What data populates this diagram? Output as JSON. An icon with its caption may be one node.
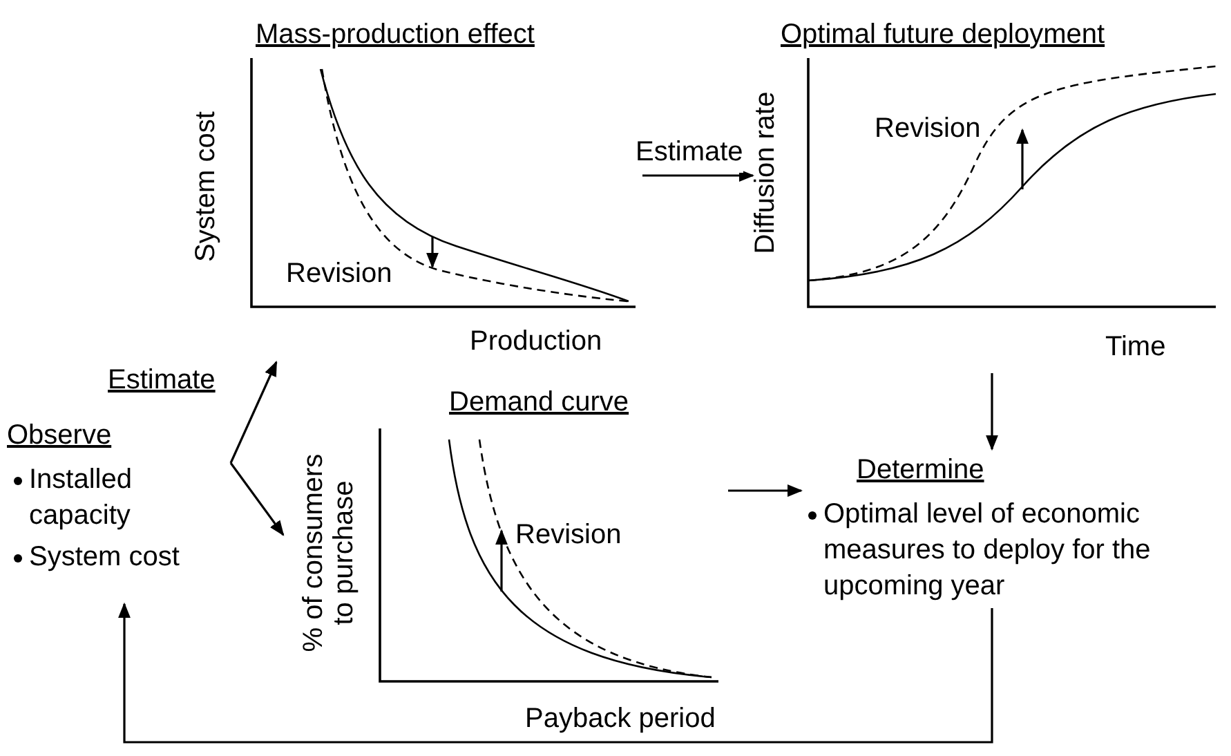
{
  "diagram": {
    "nodes": [
      {
        "text": [
          "Observe",
          "Installed capacity",
          "System cost"
        ]
      },
      {
        "text": [
          "Mass-production effect",
          "System cost",
          "Revision",
          "Production"
        ]
      },
      {
        "text": [
          "Optimal future deployment",
          "Diffusion rate",
          "Revision",
          "Time"
        ]
      },
      {
        "text": [
          "Demand curve",
          "% of consumers to purchase",
          "Revision",
          "Payback period"
        ]
      },
      {
        "text": [
          "Determine",
          "Optimal level of economic measures to deploy for the upcoming year"
        ]
      }
    ],
    "edges": [
      {
        "from": 0,
        "to": 1,
        "arrow": "to",
        "label": "Estimate"
      },
      {
        "from": 0,
        "to": 3,
        "arrow": "to"
      },
      {
        "from": 1,
        "to": 2,
        "arrow": "to",
        "label": "Estimate"
      },
      {
        "from": 2,
        "to": 4,
        "arrow": "to"
      },
      {
        "from": 3,
        "to": 4,
        "arrow": "to"
      },
      {
        "from": 4,
        "to": 0,
        "arrow": "to"
      }
    ]
  }
}
